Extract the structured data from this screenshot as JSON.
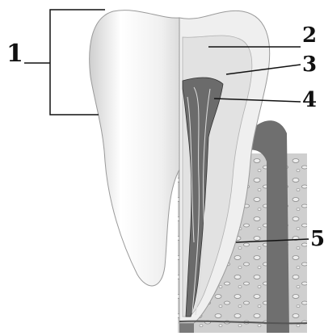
{
  "figure": {
    "colors": {
      "enamel_outer": "#f4f4f4",
      "enamel_cut": "#eaeaea",
      "dentin": "#d9d9d9",
      "pulp": "#6b6b6b",
      "gum": "#7a7a7a",
      "bone": "#c9c9c9",
      "line": "#111111"
    },
    "labels": [
      {
        "id": "1",
        "text": "1"
      },
      {
        "id": "2",
        "text": "2"
      },
      {
        "id": "3",
        "text": "3"
      },
      {
        "id": "4",
        "text": "4"
      },
      {
        "id": "5",
        "text": "5"
      }
    ]
  }
}
